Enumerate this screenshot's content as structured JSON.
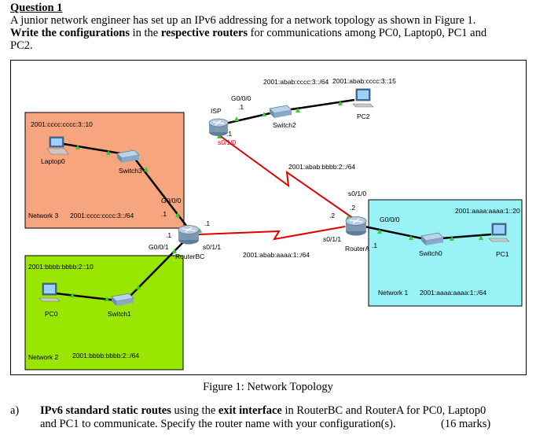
{
  "question": {
    "title": "Question 1",
    "line1_a": "A junior network engineer has set up an IPv6 addressing for a network topology as shown in Figure 1.",
    "line2_bold1": "Write the configurations",
    "line2_mid": " in the ",
    "line2_bold2": "respective routers",
    "line2_rest": " for communications among PC0, Laptop0, PC1 and",
    "line3": "PC2."
  },
  "figure": {
    "caption": "Figure 1: Network Topology",
    "colors": {
      "network3": "#f6a57e",
      "network2": "#99e600",
      "network1": "#99f3f6",
      "link": "#000000",
      "serial": "#e00000",
      "led": "#33cc33"
    },
    "devices": {
      "isp": "ISP",
      "switch2": "Switch2",
      "pc2": "PC2",
      "laptop0": "Laptop0",
      "switch3": "Switch3",
      "routerbc": "RouterBC",
      "routera": "RouterA",
      "switch0": "Switch0",
      "pc1": "PC1",
      "pc0": "PC0",
      "switch1": "Switch1"
    },
    "labels": {
      "isp_net": "2001:abab:cccc:3::/64",
      "pc2_addr": "2001:abab:cccc:3::15",
      "isp_g000": "G0/0/0",
      "isp_dot1a": ".1",
      "isp_dot1b": ".1",
      "isp_s010": "s0/1/0",
      "isp_ra_net": "2001:abab:bbbb:2::/64",
      "ra_s010": "s0/1/0",
      "ra_dot2a": ".2",
      "ra_dot2b": ".2",
      "ra_s011": "s0/1/1",
      "ra_dot1": ".1",
      "ra_g000": "G0/0/0",
      "pc1_addr": "2001:aaaa:aaaa:1::20",
      "net1": "Network 1",
      "net1_addr": "2001:aaaa:aaaa:1::/64",
      "laptop0_addr": "2001:cccc:cccc:3::10",
      "net3": "Network 3",
      "net3_addr": "2001:cccc:cccc:3::/64",
      "bc_g000": "G0/0/0",
      "bc_dot1a": ".1",
      "bc_dot1b": ".1",
      "bc_dot1c": ".1",
      "bc_g001": "G0/0/1",
      "bc_s011": "s0/1/1",
      "bc_ra_net": "2001:abab:aaaa:1::/64",
      "pc0_addr": "2001:bbbb:bbbb:2::10",
      "net2": "Network 2",
      "net2_addr": "2001:bbbb:bbbb:2::/64"
    }
  },
  "subquestion": {
    "letter": "a)",
    "bold1": "IPv6 standard static routes",
    "mid1": " using the ",
    "bold2": "exit interface",
    "rest1": " in RouterBC and RouterA for PC0, Laptop0",
    "line2": "and PC1 to communicate. Specify the router name with your configuration(s).",
    "marks": "(16 marks)"
  }
}
